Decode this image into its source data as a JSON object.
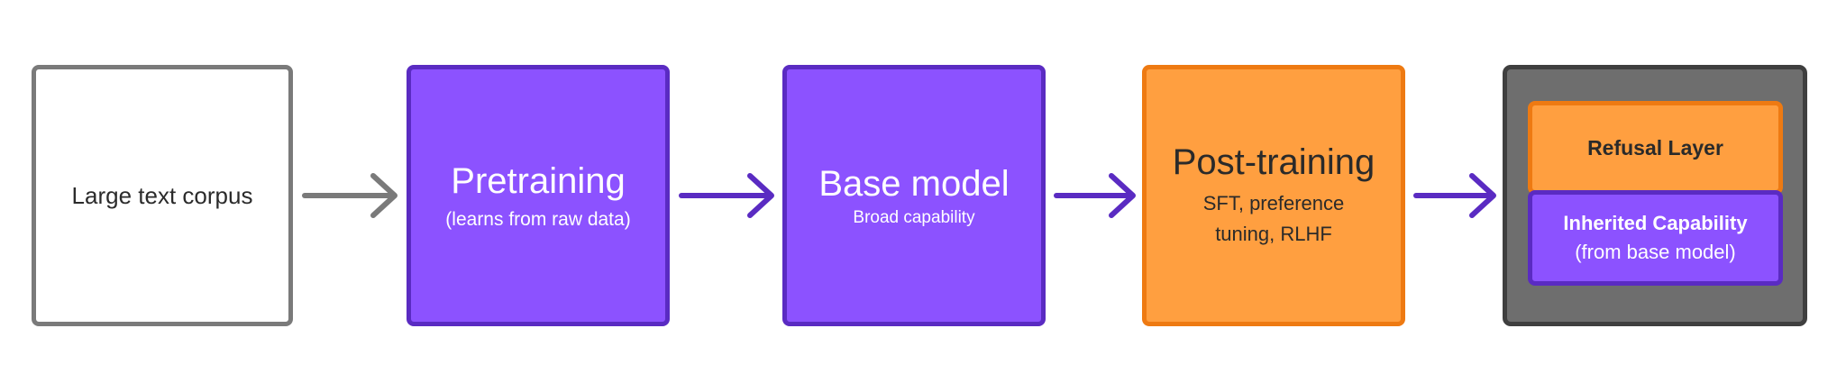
{
  "nodes": {
    "corpus": {
      "label": "Large text corpus"
    },
    "pretraining": {
      "label": "Pretraining",
      "sublabel": "(learns from raw data)"
    },
    "base_model": {
      "label": "Base model",
      "sublabel": "Broad capability"
    },
    "post_training": {
      "label": "Post-training",
      "sublabel": "SFT, preference tuning, RLHF"
    },
    "final_model": {
      "refusal_layer": {
        "label": "Refusal Layer"
      },
      "inherited_capability": {
        "label": "Inherited Capability",
        "sublabel": "(from base model)"
      }
    }
  },
  "edges": [
    {
      "from": "corpus",
      "to": "pretraining"
    },
    {
      "from": "pretraining",
      "to": "base_model"
    },
    {
      "from": "base_model",
      "to": "post_training"
    },
    {
      "from": "post_training",
      "to": "final_model"
    }
  ],
  "colors": {
    "purple_fill": "#8c52ff",
    "purple_border": "#5a2bc2",
    "orange_fill": "#ff9f40",
    "orange_border": "#ee7a12",
    "gray_arrow": "#7a7a7a",
    "dark_gray_fill": "#6e6e6e"
  }
}
